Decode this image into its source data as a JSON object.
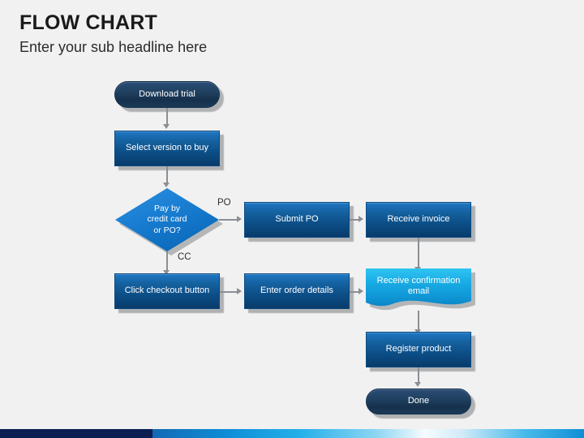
{
  "header": {
    "title": "FLOW CHART",
    "subtitle": "Enter your sub headline here"
  },
  "colors": {
    "background": "#f1f1f1",
    "terminator": "#20405f",
    "process": "#15619f",
    "decision": "#1a7ed2",
    "document": "#1ab0e6",
    "connector": "#8b8f93",
    "footer_navy": "#0c1e52",
    "footer_blue": "#109fe0",
    "text_light": "#ffffff",
    "text_dark": "#1a1a1a"
  },
  "chart_data": {
    "type": "diagram",
    "title": "FLOW CHART",
    "nodes": [
      {
        "id": "download_trial",
        "label": "Download trial",
        "shape": "terminator"
      },
      {
        "id": "select_version",
        "label": "Select version to buy",
        "shape": "process"
      },
      {
        "id": "pay_decision",
        "label": "Pay  by credit card or PO?",
        "shape": "decision"
      },
      {
        "id": "submit_po",
        "label": "Submit PO",
        "shape": "process"
      },
      {
        "id": "receive_invoice",
        "label": "Receive invoice",
        "shape": "process"
      },
      {
        "id": "click_checkout",
        "label": "Click checkout button",
        "shape": "process"
      },
      {
        "id": "enter_order",
        "label": "Enter order details",
        "shape": "process"
      },
      {
        "id": "receive_confirmation",
        "label": "Receive confirmation email",
        "shape": "document"
      },
      {
        "id": "register_product",
        "label": "Register product",
        "shape": "process"
      },
      {
        "id": "done",
        "label": "Done",
        "shape": "terminator"
      }
    ],
    "edges": [
      {
        "from": "download_trial",
        "to": "select_version",
        "label": ""
      },
      {
        "from": "select_version",
        "to": "pay_decision",
        "label": ""
      },
      {
        "from": "pay_decision",
        "to": "submit_po",
        "label": "PO"
      },
      {
        "from": "pay_decision",
        "to": "click_checkout",
        "label": "CC"
      },
      {
        "from": "submit_po",
        "to": "receive_invoice",
        "label": ""
      },
      {
        "from": "receive_invoice",
        "to": "receive_confirmation",
        "label": ""
      },
      {
        "from": "click_checkout",
        "to": "enter_order",
        "label": ""
      },
      {
        "from": "enter_order",
        "to": "receive_confirmation",
        "label": ""
      },
      {
        "from": "receive_confirmation",
        "to": "register_product",
        "label": ""
      },
      {
        "from": "register_product",
        "to": "done",
        "label": ""
      }
    ]
  },
  "nodes": {
    "download_trial": "Download trial",
    "select_version": "Select version to buy",
    "decision_line1": "Pay  by",
    "decision_line2": "credit card",
    "decision_line3": "or PO?",
    "submit_po": "Submit PO",
    "receive_invoice": "Receive invoice",
    "click_checkout": "Click checkout button",
    "enter_order": "Enter order details",
    "receive_confirmation_line1": "Receive confirmation",
    "receive_confirmation_line2": "email",
    "register_product": "Register product",
    "done": "Done"
  },
  "edge_labels": {
    "po": "PO",
    "cc": "CC"
  }
}
